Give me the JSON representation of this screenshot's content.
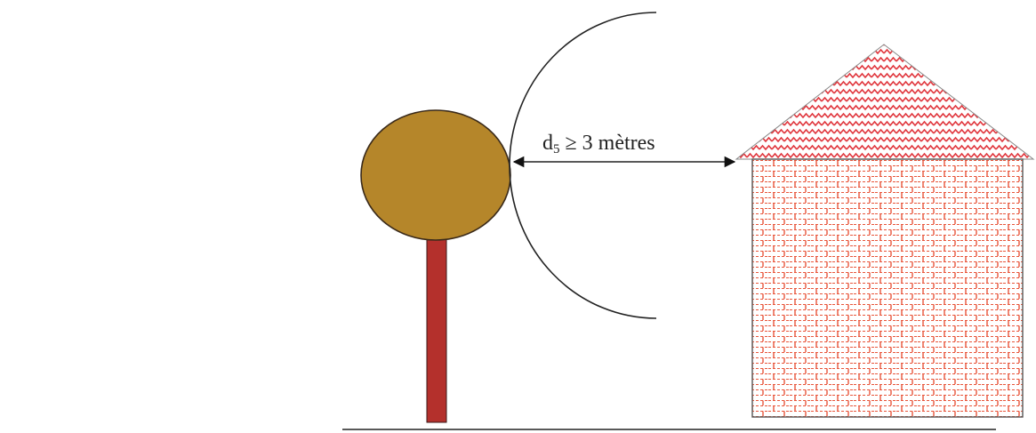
{
  "distance_label": {
    "symbol": "d",
    "subscript": "5",
    "relation": " ≥ 3 mètres"
  },
  "colors": {
    "tree_crown": "#b5862a",
    "tree_crown_outline": "#3a2a1a",
    "tree_trunk": "#b4302c",
    "roof_pattern": "#e0353c",
    "brick_pattern": "#e8553a",
    "house_outline": "#555555",
    "line": "#222222"
  },
  "icons": {
    "tree": "tree-icon",
    "house": "house-icon"
  }
}
